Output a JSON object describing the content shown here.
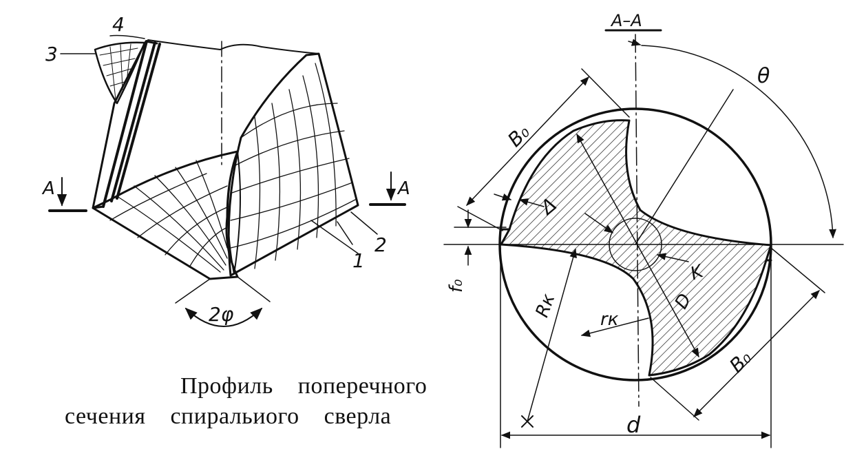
{
  "left_view": {
    "labels": {
      "n1": "1",
      "n2": "2",
      "n3": "3",
      "n4": "4"
    },
    "section_left": "A",
    "section_right": "A",
    "angle_label": "2φ"
  },
  "right_view": {
    "section_title": "A–A",
    "theta": "θ",
    "B0_top": "B₀",
    "B0_bottom": "B₀",
    "delta": "Δ",
    "f0": "f₀",
    "Rk": "Rк",
    "rk": "rк",
    "K": "K",
    "D": "D",
    "d": "d"
  },
  "caption": {
    "line1": "Профиль    поперечного",
    "line2": "сечения    спиральиого    сверла"
  }
}
